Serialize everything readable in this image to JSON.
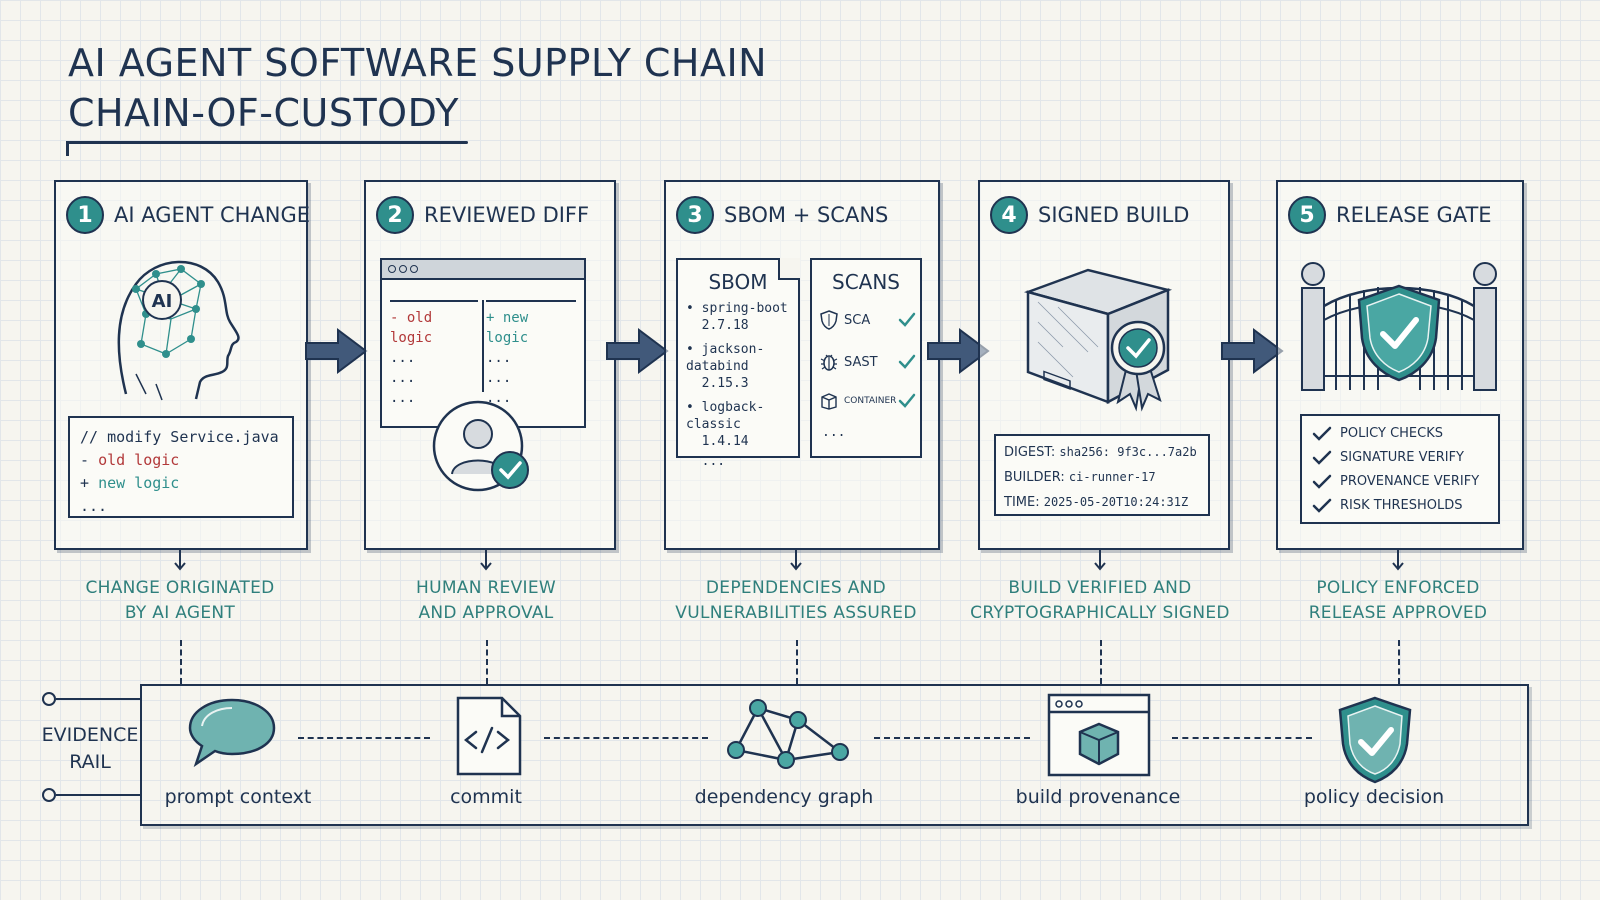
{
  "title": {
    "line1": "AI AGENT SOFTWARE SUPPLY CHAIN",
    "line2": "CHAIN-OF-CUSTODY"
  },
  "colors": {
    "ink": "#1f3350",
    "teal": "#2f8f8c",
    "red": "#b2393a",
    "paper": "#f6f5ef"
  },
  "steps": [
    {
      "num": "1",
      "title": "AI AGENT CHANGE",
      "badge": "AI",
      "code": {
        "comment": "// modify Service.java",
        "minus": "-",
        "old": "old logic",
        "plus": "+",
        "new": "new logic",
        "more": "..."
      },
      "caption": [
        "CHANGE ORIGINATED",
        "BY AI AGENT"
      ]
    },
    {
      "num": "2",
      "title": "REVIEWED DIFF",
      "left_header": "- old logic",
      "right_header": "+ new logic",
      "ellipsis": "...",
      "caption": [
        "HUMAN REVIEW",
        "AND APPROVAL"
      ]
    },
    {
      "num": "3",
      "title": "SBOM + SCANS",
      "sbom": {
        "title": "SBOM",
        "items": [
          {
            "name": "spring-boot",
            "version": "2.7.18"
          },
          {
            "name": "jackson-databind",
            "version": "2.15.3"
          },
          {
            "name": "logback-classic",
            "version": "1.4.14"
          }
        ],
        "more": "..."
      },
      "scans": {
        "title": "SCANS",
        "items": [
          "SCA",
          "SAST",
          "CONTAINER"
        ],
        "more": "..."
      },
      "caption": [
        "DEPENDENCIES AND",
        "VULNERABILITIES ASSURED"
      ]
    },
    {
      "num": "4",
      "title": "SIGNED BUILD",
      "digest_label": "DIGEST:",
      "digest": "sha256: 9f3c...7a2b",
      "builder_label": "BUILDER:",
      "builder": "ci-runner-17",
      "time_label": "TIME:",
      "time": "2025-05-20T10:24:31Z",
      "caption": [
        "BUILD VERIFIED AND",
        "CRYPTOGRAPHICALLY SIGNED"
      ]
    },
    {
      "num": "5",
      "title": "RELEASE GATE",
      "checks": [
        "POLICY CHECKS",
        "SIGNATURE VERIFY",
        "PROVENANCE VERIFY",
        "RISK THRESHOLDS"
      ],
      "caption": [
        "POLICY ENFORCED",
        "RELEASE APPROVED"
      ]
    }
  ],
  "rail": {
    "label": [
      "EVIDENCE",
      "RAIL"
    ],
    "items": [
      {
        "label": "prompt context",
        "icon": "speech-bubble-icon"
      },
      {
        "label": "commit",
        "icon": "code-file-icon"
      },
      {
        "label": "dependency graph",
        "icon": "graph-icon"
      },
      {
        "label": "build provenance",
        "icon": "browser-cube-icon"
      },
      {
        "label": "policy decision",
        "icon": "shield-check-icon"
      }
    ]
  }
}
